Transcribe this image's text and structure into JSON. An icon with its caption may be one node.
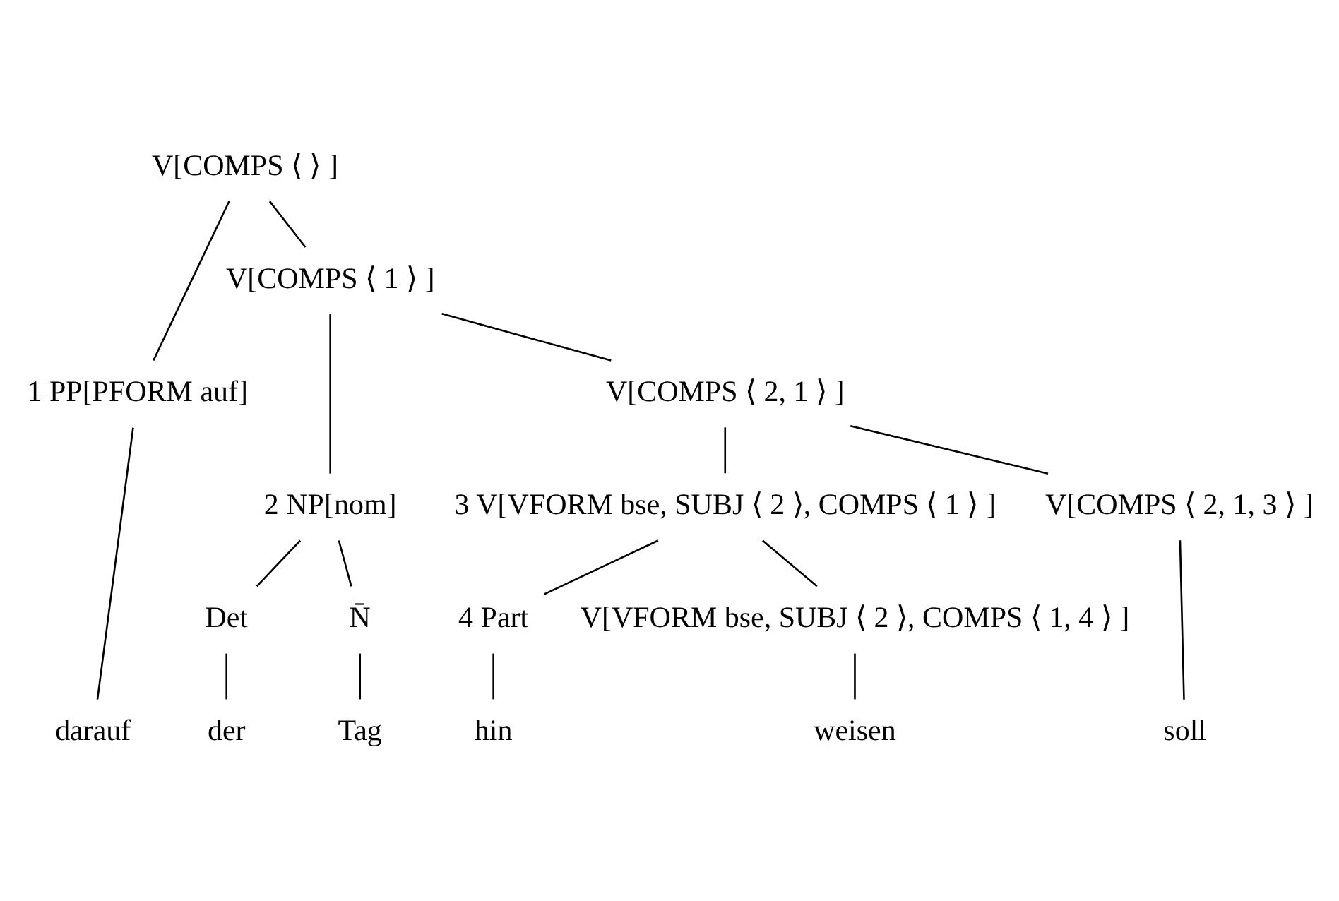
{
  "diagram": {
    "nodes": [
      {
        "text": [
          "V[COMPS ⟨ ⟩ ]"
        ]
      },
      {
        "text": [
          "1 PP[PFORM auf]"
        ]
      },
      {
        "text": [
          "V[COMPS ⟨ 1 ⟩ ]"
        ]
      },
      {
        "text": [
          "2 NP[nom]"
        ]
      },
      {
        "text": [
          "V[COMPS ⟨ 2, 1 ⟩ ]"
        ]
      },
      {
        "text": [
          "Det"
        ]
      },
      {
        "text": [
          "N̄"
        ]
      },
      {
        "text": [
          "3 V[VFORM bse, SUBJ ⟨ 2 ⟩, COMPS ⟨ 1 ⟩ ]"
        ]
      },
      {
        "text": [
          "V[COMPS ⟨ 2, 1, 3 ⟩ ]"
        ]
      },
      {
        "text": [
          "4 Part"
        ]
      },
      {
        "text": [
          "V[VFORM bse, SUBJ ⟨ 2 ⟩, COMPS ⟨ 1, 4 ⟩ ]"
        ]
      },
      {
        "text": [
          "darauf"
        ]
      },
      {
        "text": [
          "der"
        ]
      },
      {
        "text": [
          "Tag"
        ]
      },
      {
        "text": [
          "hin"
        ]
      },
      {
        "text": [
          "weisen"
        ]
      },
      {
        "text": [
          "soll"
        ]
      }
    ],
    "edges": [
      {
        "from": 0,
        "to": 1,
        "arrow": "none"
      },
      {
        "from": 0,
        "to": 2,
        "arrow": "none"
      },
      {
        "from": 2,
        "to": 3,
        "arrow": "none"
      },
      {
        "from": 2,
        "to": 4,
        "arrow": "none"
      },
      {
        "from": 3,
        "to": 5,
        "arrow": "none"
      },
      {
        "from": 3,
        "to": 6,
        "arrow": "none"
      },
      {
        "from": 4,
        "to": 7,
        "arrow": "none"
      },
      {
        "from": 4,
        "to": 8,
        "arrow": "none"
      },
      {
        "from": 7,
        "to": 9,
        "arrow": "none"
      },
      {
        "from": 7,
        "to": 10,
        "arrow": "none"
      },
      {
        "from": 1,
        "to": 11,
        "arrow": "none"
      },
      {
        "from": 5,
        "to": 12,
        "arrow": "none"
      },
      {
        "from": 6,
        "to": 13,
        "arrow": "none"
      },
      {
        "from": 9,
        "to": 14,
        "arrow": "none"
      },
      {
        "from": 10,
        "to": 15,
        "arrow": "none"
      },
      {
        "from": 8,
        "to": 16,
        "arrow": "none"
      }
    ]
  }
}
